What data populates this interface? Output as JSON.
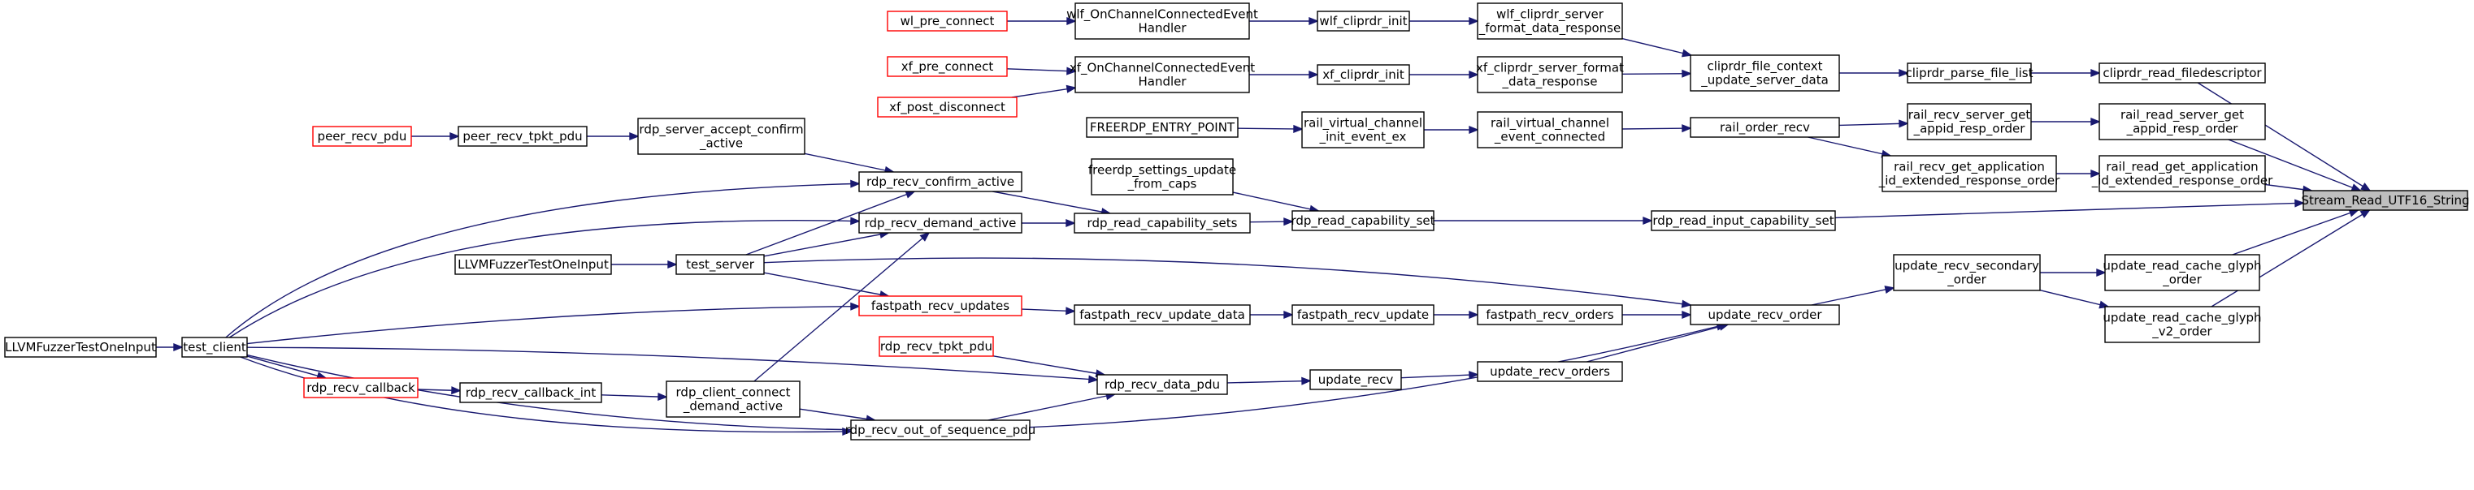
{
  "colors": {
    "edge": "#191970",
    "node_border": "#000000",
    "incomplete_border": "#ff0000",
    "root_fill": "#bfbfbf"
  },
  "nodes": {
    "stream_read": {
      "lines": [
        "Stream_Read_UTF16_String"
      ],
      "style": "root"
    },
    "cliprdr_read_fd": {
      "lines": [
        "cliprdr_read_filedescriptor"
      ]
    },
    "cliprdr_parse": {
      "lines": [
        "cliprdr_parse_file_list"
      ]
    },
    "cliprdr_file_ctx": {
      "lines": [
        "cliprdr_file_context",
        "_update_server_data"
      ]
    },
    "wlf_server_fmt": {
      "lines": [
        "wlf_cliprdr_server",
        "_format_data_response"
      ]
    },
    "wlf_cliprdr_init": {
      "lines": [
        "wlf_cliprdr_init"
      ]
    },
    "wlf_onchannel": {
      "lines": [
        "wlf_OnChannelConnectedEvent",
        "Handler"
      ]
    },
    "wl_pre_connect": {
      "lines": [
        "wl_pre_connect"
      ],
      "style": "red"
    },
    "xf_server_fmt": {
      "lines": [
        "xf_cliprdr_server_format",
        "_data_response"
      ]
    },
    "xf_cliprdr_init": {
      "lines": [
        "xf_cliprdr_init"
      ]
    },
    "xf_onchannel": {
      "lines": [
        "xf_OnChannelConnectedEvent",
        "Handler"
      ]
    },
    "xf_pre_connect": {
      "lines": [
        "xf_pre_connect"
      ],
      "style": "red"
    },
    "xf_post_disconnect": {
      "lines": [
        "xf_post_disconnect"
      ],
      "style": "red"
    },
    "rail_read_server": {
      "lines": [
        "rail_read_server_get",
        "_appid_resp_order"
      ]
    },
    "rail_recv_server": {
      "lines": [
        "rail_recv_server_get",
        "_appid_resp_order"
      ]
    },
    "rail_order_recv": {
      "lines": [
        "rail_order_recv"
      ]
    },
    "rail_vc_connected": {
      "lines": [
        "rail_virtual_channel",
        "_event_connected"
      ]
    },
    "rail_vc_init": {
      "lines": [
        "rail_virtual_channel",
        "_init_event_ex"
      ]
    },
    "freerdp_entry": {
      "lines": [
        "FREERDP_ENTRY_POINT"
      ]
    },
    "rail_read_app_ext": {
      "lines": [
        "rail_read_get_application",
        "_id_extended_response_order"
      ]
    },
    "rail_recv_app_ext": {
      "lines": [
        "rail_recv_get_application",
        "_id_extended_response_order"
      ]
    },
    "rdp_read_input_cap": {
      "lines": [
        "rdp_read_input_capability_set"
      ]
    },
    "rdp_read_cap_set": {
      "lines": [
        "rdp_read_capability_set"
      ]
    },
    "freerdp_settings": {
      "lines": [
        "freerdp_settings_update",
        "_from_caps"
      ]
    },
    "rdp_read_cap_sets": {
      "lines": [
        "rdp_read_capability_sets"
      ]
    },
    "rdp_recv_confirm": {
      "lines": [
        "rdp_recv_confirm_active"
      ]
    },
    "rdp_recv_demand": {
      "lines": [
        "rdp_recv_demand_active"
      ]
    },
    "rdp_server_accept": {
      "lines": [
        "rdp_server_accept_confirm",
        "_active"
      ]
    },
    "peer_recv_tpkt": {
      "lines": [
        "peer_recv_tpkt_pdu"
      ]
    },
    "peer_recv_pdu": {
      "lines": [
        "peer_recv_pdu"
      ],
      "style": "red"
    },
    "test_server": {
      "lines": [
        "test_server"
      ]
    },
    "llvm_fuzzer_mid": {
      "lines": [
        "LLVMFuzzerTestOneInput"
      ]
    },
    "test_client": {
      "lines": [
        "test_client"
      ]
    },
    "llvm_fuzzer_left": {
      "lines": [
        "LLVMFuzzerTestOneInput"
      ]
    },
    "update_cache_glyph": {
      "lines": [
        "update_read_cache_glyph",
        "_order"
      ]
    },
    "update_cache_glyph_v2": {
      "lines": [
        "update_read_cache_glyph",
        "_v2_order"
      ]
    },
    "update_recv_secondary": {
      "lines": [
        "update_recv_secondary",
        "_order"
      ]
    },
    "update_recv_order": {
      "lines": [
        "update_recv_order"
      ]
    },
    "fastpath_orders": {
      "lines": [
        "fastpath_recv_orders"
      ]
    },
    "fastpath_update": {
      "lines": [
        "fastpath_recv_update"
      ]
    },
    "fastpath_update_data": {
      "lines": [
        "fastpath_recv_update_data"
      ]
    },
    "fastpath_updates": {
      "lines": [
        "fastpath_recv_updates"
      ],
      "style": "red"
    },
    "update_recv_orders": {
      "lines": [
        "update_recv_orders"
      ]
    },
    "update_recv": {
      "lines": [
        "update_recv"
      ]
    },
    "rdp_recv_data_pdu": {
      "lines": [
        "rdp_recv_data_pdu"
      ]
    },
    "rdp_recv_tpkt": {
      "lines": [
        "rdp_recv_tpkt_pdu"
      ],
      "style": "red"
    },
    "rdp_recv_oos": {
      "lines": [
        "rdp_recv_out_of_sequence_pdu"
      ]
    },
    "rdp_client_connect": {
      "lines": [
        "rdp_client_connect",
        "_demand_active"
      ]
    },
    "rdp_recv_cb_int": {
      "lines": [
        "rdp_recv_callback_int"
      ]
    },
    "rdp_recv_cb": {
      "lines": [
        "rdp_recv_callback"
      ],
      "style": "red"
    }
  }
}
